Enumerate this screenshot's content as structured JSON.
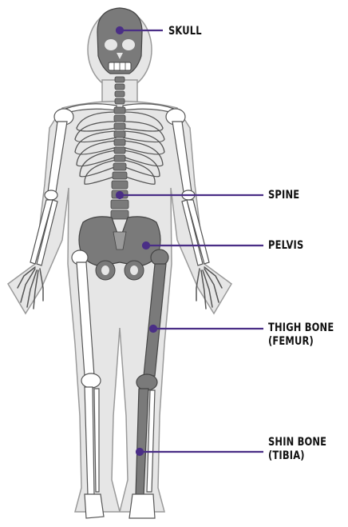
{
  "labels": {
    "skull": "SKULL",
    "spine": "SPINE",
    "pelvis": "PELVIS",
    "thigh_bone": "THIGH BONE",
    "femur": "(FEMUR)",
    "shin_bone": "SHIN BONE",
    "tibia": "(TIBIA)"
  },
  "colors": {
    "body_fill": "#e6e6e6",
    "body_outline": "#9a9a9a",
    "bone_light": "#ffffff",
    "bone_outline": "#555555",
    "bone_highlight": "#7a7a7a",
    "leader_line": "#4a2e86",
    "leader_dot": "#4a2e86"
  }
}
